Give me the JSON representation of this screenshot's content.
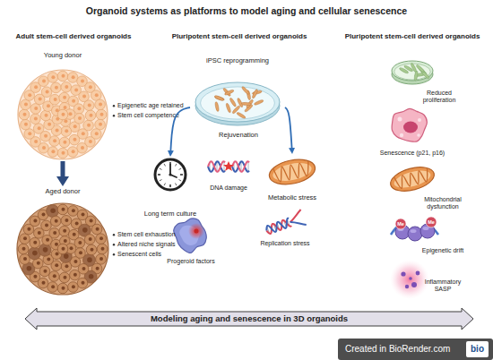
{
  "diagram": {
    "title": "Organoid systems as platforms to model aging and cellular senescence",
    "nodes": [
      {
        "text": [
          "Young donor"
        ]
      },
      {
        "text": [
          "Aged donor"
        ]
      },
      {
        "text": [
          "iPSC reprogramming"
        ]
      },
      {
        "text": [
          "Long term culture"
        ]
      },
      {
        "text": [
          "Metabolic stress"
        ]
      },
      {
        "text": [
          "Modeling aging and senescence in 3D organoids"
        ]
      },
      {
        "text": [
          "Created in BioRender.com"
        ]
      },
      {
        "text": [
          "bio"
        ],
        "in": 6
      }
    ],
    "edges": [
      {
        "from": 0,
        "to": 1,
        "arrow": "to"
      },
      {
        "from": 2,
        "to": 3,
        "arrow": "to"
      },
      {
        "from": 2,
        "to": 4,
        "arrow": "to"
      }
    ],
    "labels": [
      "Adult stem-cell derived organoids",
      "Pluripotent stem-cell derived organoids",
      "Pluripotent stem-cell derived organoids",
      "Epigenetic age retained",
      "Stem cell competence",
      "Stem cell exhaustion",
      "Altered niche signals",
      "Senescent cells",
      "Rejuvenation",
      "DNA damage",
      "Progeroid factors",
      "Replication stress",
      "Reduced proliferation",
      "Senescence (p21, p16)",
      "Mitochondrial dysfunction",
      "Me",
      "Me",
      "Epigenetic drift",
      "Inflammatory SASP"
    ]
  }
}
